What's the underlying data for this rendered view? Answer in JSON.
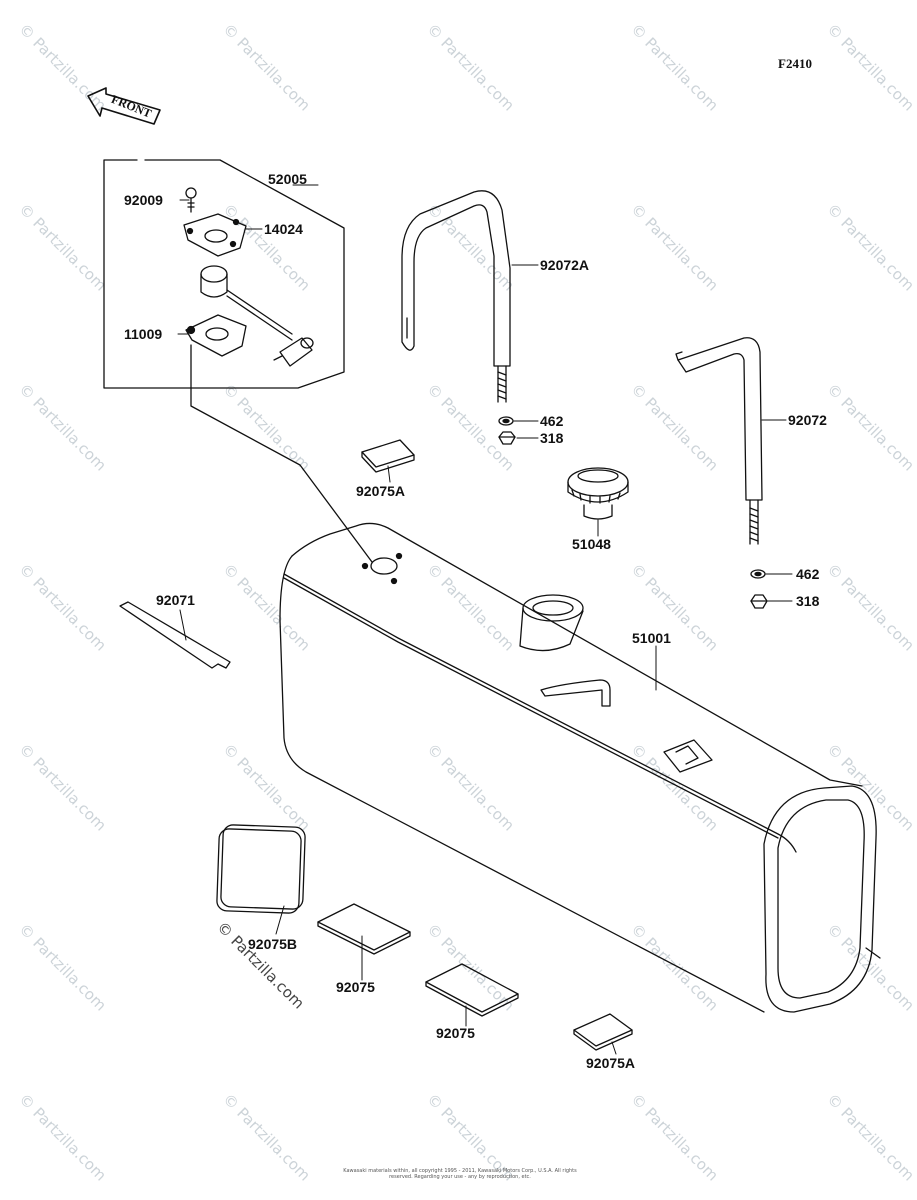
{
  "figure_code": "F2410",
  "front_arrow_label": "FRONT",
  "watermark_text": "© Partzilla.com",
  "copyright_mark": "© Partzilla.com",
  "footer_text": "Kawasaki materials within, all copyright 1995 - 2011, Kawasaki Motors Corp., U.S.A. All rights reserved. Regarding your use - any by reproduction, etc.",
  "parts": {
    "p52005": "52005",
    "p92009": "92009",
    "p14024": "14024",
    "p11009": "11009",
    "p92072A": "92072A",
    "p92072": "92072",
    "p462a": "462",
    "p318a": "318",
    "p462b": "462",
    "p318b": "318",
    "p92075A_top": "92075A",
    "p51048": "51048",
    "p92071": "92071",
    "p51001": "51001",
    "p92075B": "92075B",
    "p92075_a": "92075",
    "p92075_b": "92075",
    "p92075A_bottom": "92075A"
  }
}
